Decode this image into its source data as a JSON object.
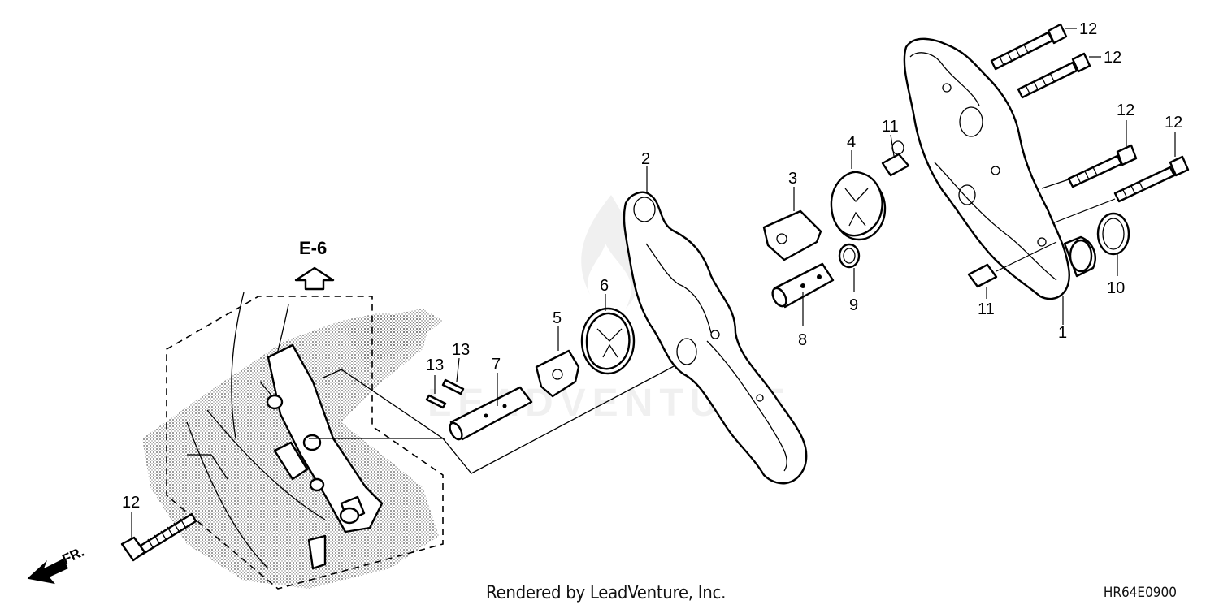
{
  "reference_label": "E-6",
  "front_label": "FR.",
  "callouts": {
    "c1": "1",
    "c2": "2",
    "c3": "3",
    "c4": "4",
    "c5": "5",
    "c6": "6",
    "c7": "7",
    "c8": "8",
    "c9": "9",
    "c10": "10",
    "c11a": "11",
    "c11b": "11",
    "c12a": "12",
    "c12b": "12",
    "c12c": "12",
    "c12d": "12",
    "c12e": "12",
    "c13a": "13",
    "c13b": "13"
  },
  "watermark": "LEADVENTURE",
  "footer": {
    "rendered_by": "Rendered by LeadVenture, Inc.",
    "diagram_code": "HR64E0900"
  }
}
